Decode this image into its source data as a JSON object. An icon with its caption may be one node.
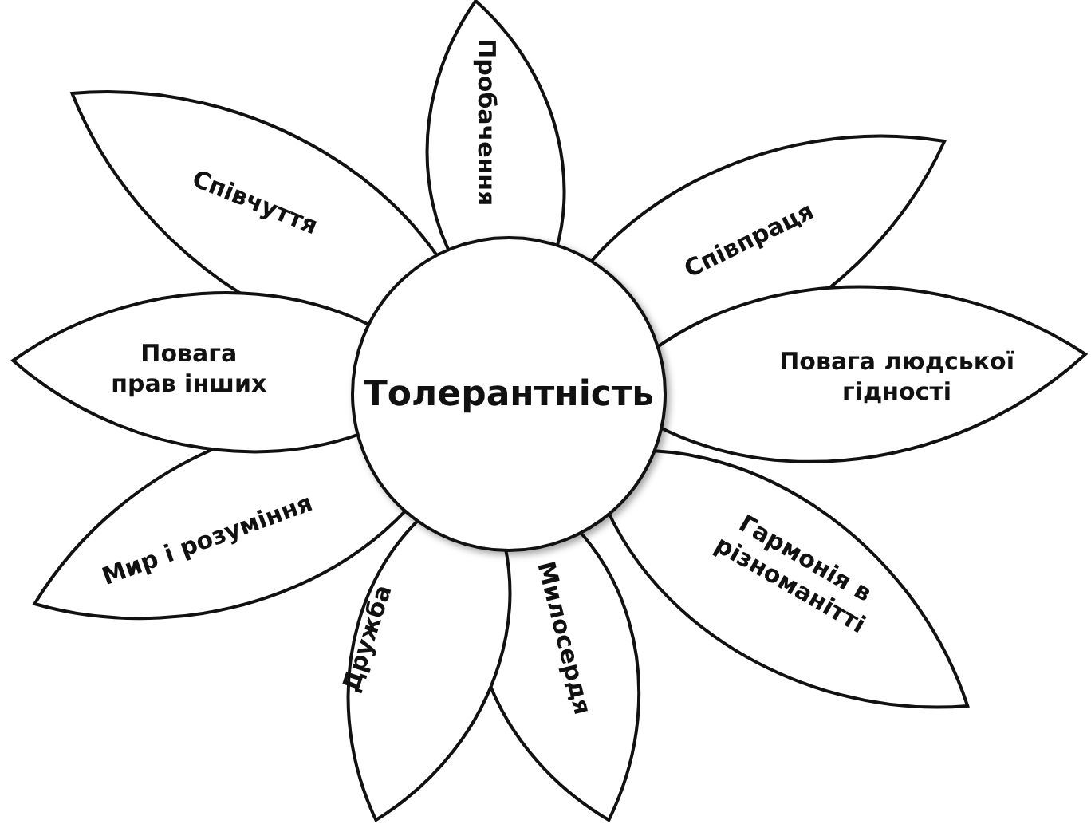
{
  "diagram": {
    "nodes": [
      {
        "text": [
          "Толерантність"
        ]
      },
      {
        "text": [
          "Співчуття"
        ]
      },
      {
        "text": [
          "Пробачення"
        ]
      },
      {
        "text": [
          "Співпраця"
        ]
      },
      {
        "text": [
          "Повага людської гідності"
        ]
      },
      {
        "text": [
          "Гармонія в різноманітті"
        ]
      },
      {
        "text": [
          "Милосердя"
        ]
      },
      {
        "text": [
          "Дружба"
        ]
      },
      {
        "text": [
          "Мир і розуміння"
        ]
      },
      {
        "text": [
          "Повага прав інших"
        ]
      }
    ]
  }
}
